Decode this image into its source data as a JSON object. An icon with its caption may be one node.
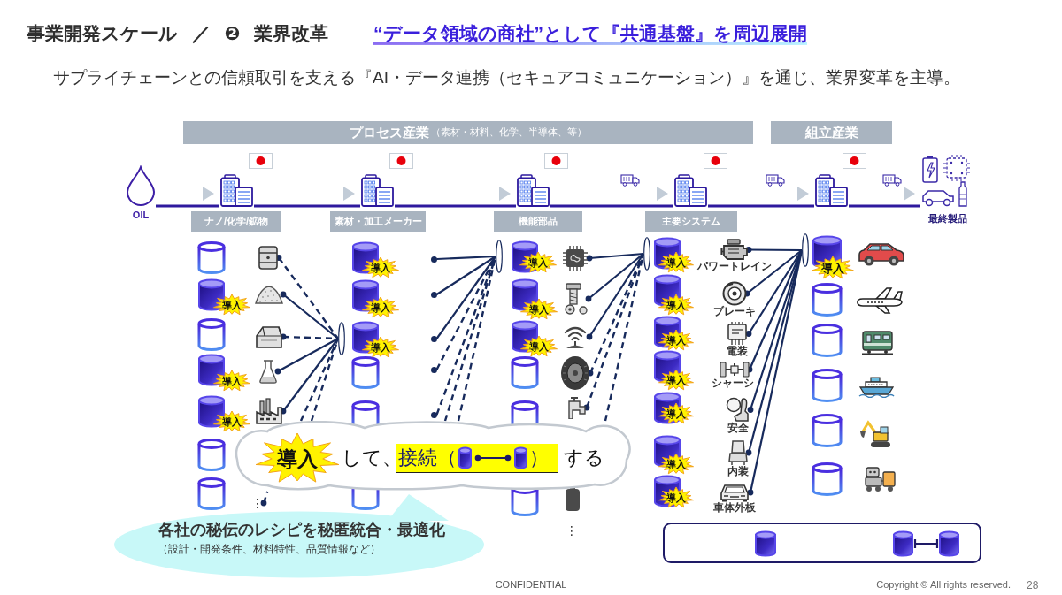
{
  "diagram": {
    "title": "事業開発スケール ／ ❷ 業界改革",
    "nodes": [
      {
        "text": [
          "プロセス産業",
          "（素材・材料、化学、半導体、等）"
        ]
      },
      {
        "text": [
          "組立産業"
        ]
      },
      {
        "text": [],
        "shape": "picture",
        "beside": [
          "OIL"
        ]
      },
      {
        "text": [],
        "shape": "picture"
      },
      {
        "text": [],
        "shape": "picture"
      },
      {
        "text": [],
        "shape": "picture"
      },
      {
        "text": [],
        "shape": "picture"
      },
      {
        "text": [],
        "shape": "picture"
      },
      {
        "text": [],
        "shape": "picture",
        "beside": [
          "最終製品"
        ]
      },
      {
        "text": [
          "ナノ/化学/鉱物"
        ]
      },
      {
        "text": [
          "素材・加工メーカー"
        ]
      },
      {
        "text": [
          "機能部品"
        ]
      },
      {
        "text": [
          "主要システム"
        ]
      },
      {
        "text": [],
        "shape": "ellipse"
      },
      {
        "text": [],
        "shape": "ellipse"
      },
      {
        "text": [],
        "shape": "ellipse"
      },
      {
        "text": [],
        "shape": "ellipse"
      },
      {
        "text": [],
        "shape": "picture"
      },
      {
        "text": [],
        "shape": "picture"
      },
      {
        "text": [],
        "shape": "picture"
      },
      {
        "text": [],
        "shape": "picture"
      },
      {
        "text": [],
        "shape": "picture"
      },
      {
        "text": [
          "⋮"
        ]
      },
      {
        "text": [],
        "shape": "picture"
      },
      {
        "text": [],
        "shape": "picture"
      },
      {
        "text": [],
        "shape": "picture"
      },
      {
        "text": [],
        "shape": "picture"
      },
      {
        "text": [],
        "shape": "picture"
      },
      {
        "text": [],
        "shape": "picture",
        "beside": [
          "パワートレイン"
        ]
      },
      {
        "text": [],
        "shape": "picture",
        "beside": [
          "ブレーキ"
        ]
      },
      {
        "text": [],
        "shape": "picture",
        "beside": [
          "電装"
        ]
      },
      {
        "text": [],
        "shape": "picture",
        "beside": [
          "シャーシ"
        ]
      },
      {
        "text": [],
        "shape": "picture",
        "beside": [
          "安全"
        ]
      },
      {
        "text": [],
        "shape": "picture",
        "beside": [
          "内装"
        ]
      },
      {
        "text": [],
        "shape": "picture",
        "beside": [
          "車体外板"
        ]
      },
      {
        "text": [
          "導入"
        ]
      },
      {
        "text": [
          "導入"
        ]
      },
      {
        "text": [
          "導入"
        ]
      },
      {
        "text": [
          "導入"
        ]
      },
      {
        "text": [
          "導入"
        ]
      },
      {
        "text": [
          "導入"
        ]
      },
      {
        "text": [
          "導入"
        ]
      },
      {
        "text": [
          "導入"
        ]
      },
      {
        "text": [
          "導入"
        ]
      },
      {
        "text": [
          "導入"
        ]
      },
      {
        "text": [
          "導入"
        ]
      },
      {
        "text": [
          "導入"
        ]
      },
      {
        "text": [
          "導入"
        ]
      },
      {
        "text": [
          "導入"
        ]
      },
      {
        "text": [
          "導入"
        ]
      },
      {
        "text": [
          "導入"
        ]
      },
      {
        "text": [
          "導入"
        ]
      },
      {
        "text": [
          "して、",
          "する"
        ]
      },
      {
        "text": [
          "導入"
        ],
        "in": 52
      },
      {
        "text": [
          "接続（",
          "）"
        ],
        "in": 52
      },
      {
        "text": [
          "各社の秘伝のレシピを秘匿統合・最適化",
          "（設計・開発条件、材料特性、品質情報など）"
        ]
      },
      {
        "text": [],
        "shape": "circle"
      },
      {
        "text": [],
        "shape": "circle"
      },
      {
        "text": [],
        "shape": "circle"
      },
      {
        "text": [],
        "shape": "circle"
      },
      {
        "text": [],
        "shape": "circle"
      }
    ],
    "edges": [
      {
        "from": 2,
        "to": 3,
        "arrow": "to",
        "color": "#2e1a9e"
      },
      {
        "from": 3,
        "to": 4,
        "arrow": "to",
        "color": "#2e1a9e"
      },
      {
        "from": 4,
        "to": 5,
        "arrow": "to",
        "color": "#2e1a9e"
      },
      {
        "from": 5,
        "to": 6,
        "arrow": "to",
        "color": "#2e1a9e"
      },
      {
        "from": 6,
        "to": 7,
        "arrow": "to",
        "color": "#2e1a9e"
      },
      {
        "from": 7,
        "to": 8,
        "arrow": "to",
        "color": "#2e1a9e"
      },
      {
        "from": 17,
        "to": 13,
        "arrow": "other",
        "style": "dashed"
      },
      {
        "from": 18,
        "to": 13,
        "arrow": "other"
      },
      {
        "from": 19,
        "to": 13,
        "arrow": "other",
        "style": "dashed"
      },
      {
        "from": 20,
        "to": 13,
        "arrow": "other"
      },
      {
        "from": 21,
        "to": 13,
        "arrow": "other"
      },
      {
        "from": 52,
        "to": 13,
        "arrow": "none",
        "style": "dashed"
      },
      {
        "from": 52,
        "to": 13,
        "arrow": "none",
        "style": "dashed"
      },
      {
        "from": 22,
        "to": 52,
        "arrow": "other",
        "style": "dashed"
      },
      {
        "from": 56,
        "to": 14,
        "arrow": "none"
      },
      {
        "from": 57,
        "to": 14,
        "arrow": "none"
      },
      {
        "from": 58,
        "to": 14,
        "arrow": "none"
      },
      {
        "from": 59,
        "to": 14,
        "arrow": "none",
        "style": "dashed"
      },
      {
        "from": 60,
        "to": 14,
        "arrow": "none",
        "style": "dashed"
      },
      {
        "from": 52,
        "to": 14,
        "arrow": "none",
        "style": "dashed"
      },
      {
        "from": 52,
        "to": 14,
        "arrow": "none",
        "style": "dashed"
      },
      {
        "from": 23,
        "to": 15,
        "arrow": "other"
      },
      {
        "from": 24,
        "to": 15,
        "arrow": "other"
      },
      {
        "from": 25,
        "to": 15,
        "arrow": "other"
      },
      {
        "from": 26,
        "to": 15,
        "arrow": "other",
        "style": "dashed"
      },
      {
        "from": 27,
        "to": 15,
        "arrow": "other",
        "style": "dashed"
      },
      {
        "from": 52,
        "to": 15,
        "arrow": "none",
        "style": "dashed"
      },
      {
        "from": 28,
        "to": 16,
        "arrow": "other"
      },
      {
        "from": 29,
        "to": 16,
        "arrow": "other"
      },
      {
        "from": 30,
        "to": 16,
        "arrow": "other"
      },
      {
        "from": 31,
        "to": 16,
        "arrow": "other"
      },
      {
        "from": 32,
        "to": 16,
        "arrow": "other"
      },
      {
        "from": 33,
        "to": 16,
        "arrow": "other"
      },
      {
        "from": 34,
        "to": 16,
        "arrow": "other"
      }
    ],
    "labels": [
      "“データ領域の商社”として『共通基盤』を周辺展開",
      "サプライチェーンとの信頼取引を支える『AI・データ連携（セキュアコミュニケーション）』を通じ、業界変革を主導。",
      "⋮",
      "CONFIDENTIAL",
      "Copyright © All rights reserved.",
      "28"
    ]
  }
}
